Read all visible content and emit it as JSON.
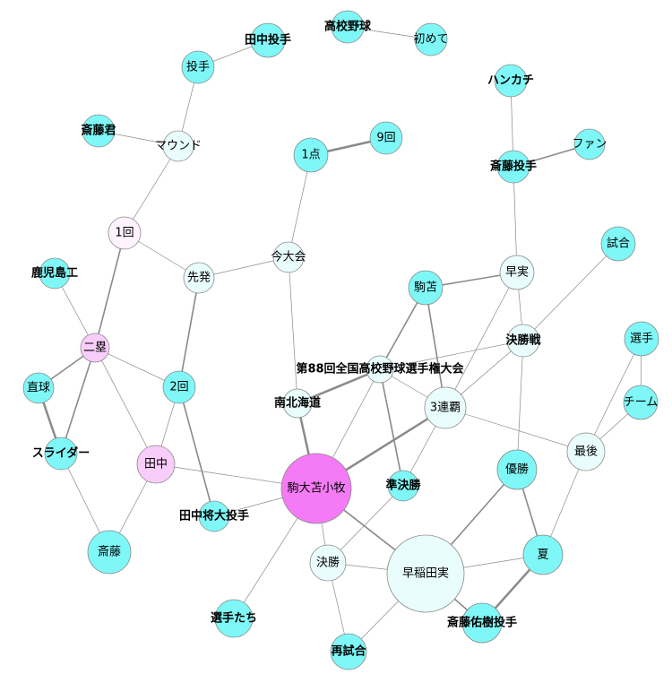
{
  "colors": {
    "cyan": "#7ff7f7",
    "pale_cyan": "#e9fdfd",
    "pink": "#f57af5",
    "light_pink": "#f9cdf9",
    "pale_pink": "#fdf2fd",
    "edge": "#8a8a8a"
  },
  "nodes": [
    {
      "id": "koko_yakyu",
      "label": "高校野球",
      "color": "cyan",
      "bold": true
    },
    {
      "id": "hajimete",
      "label": "初めて",
      "color": "cyan"
    },
    {
      "id": "tanaka_toshu",
      "label": "田中投手",
      "color": "cyan",
      "bold": true
    },
    {
      "id": "toshu",
      "label": "投手",
      "color": "cyan"
    },
    {
      "id": "saito_kun",
      "label": "斎藤君",
      "color": "cyan",
      "bold": true
    },
    {
      "id": "mound",
      "label": "マウンド",
      "color": "pale_cyan"
    },
    {
      "id": "ikkai",
      "label": "1回",
      "color": "pale_pink"
    },
    {
      "id": "itten",
      "label": "1点",
      "color": "cyan"
    },
    {
      "id": "kyukai",
      "label": "9回",
      "color": "cyan"
    },
    {
      "id": "konntaikai",
      "label": "今大会",
      "color": "pale_cyan"
    },
    {
      "id": "senpatsu",
      "label": "先発",
      "color": "pale_cyan"
    },
    {
      "id": "kagoshima",
      "label": "鹿児島工",
      "color": "cyan",
      "bold": true
    },
    {
      "id": "nirui",
      "label": "二塁",
      "color": "light_pink"
    },
    {
      "id": "chokkyu",
      "label": "直球",
      "color": "cyan"
    },
    {
      "id": "nikai",
      "label": "2回",
      "color": "cyan"
    },
    {
      "id": "slider",
      "label": "スライダー",
      "color": "cyan",
      "bold": true
    },
    {
      "id": "tanaka",
      "label": "田中",
      "color": "light_pink"
    },
    {
      "id": "saito",
      "label": "斎藤",
      "color": "cyan"
    },
    {
      "id": "handkerchief",
      "label": "ハンカチ",
      "color": "cyan",
      "bold": true
    },
    {
      "id": "fan",
      "label": "ファン",
      "color": "cyan"
    },
    {
      "id": "saito_toshu",
      "label": "斎藤投手",
      "color": "cyan",
      "bold": true
    },
    {
      "id": "shiai",
      "label": "試合",
      "color": "cyan"
    },
    {
      "id": "sojitsu",
      "label": "早実",
      "color": "pale_cyan"
    },
    {
      "id": "komatoma",
      "label": "駒苫",
      "color": "cyan"
    },
    {
      "id": "kesshosen",
      "label": "決勝戦",
      "color": "pale_cyan",
      "bold": true
    },
    {
      "id": "senshu",
      "label": "選手",
      "color": "cyan"
    },
    {
      "id": "dai88",
      "label": "第88回全国高校野球選手権大会",
      "color": "pale_cyan",
      "bold": true
    },
    {
      "id": "team",
      "label": "チーム",
      "color": "cyan"
    },
    {
      "id": "minami_kaido",
      "label": "南北海道",
      "color": "pale_cyan",
      "bold": true
    },
    {
      "id": "sanrenpa",
      "label": "3連覇",
      "color": "pale_cyan"
    },
    {
      "id": "saigo",
      "label": "最後",
      "color": "pale_cyan"
    },
    {
      "id": "yusho",
      "label": "優勝",
      "color": "cyan"
    },
    {
      "id": "komadai",
      "label": "駒大苫小牧",
      "color": "pink"
    },
    {
      "id": "junkessho",
      "label": "準決勝",
      "color": "cyan",
      "bold": true
    },
    {
      "id": "tanaka_masahiro",
      "label": "田中将大投手",
      "color": "cyan",
      "bold": true
    },
    {
      "id": "kessho",
      "label": "決勝",
      "color": "pale_cyan"
    },
    {
      "id": "waseda",
      "label": "早稲田実",
      "color": "pale_cyan"
    },
    {
      "id": "natsu",
      "label": "夏",
      "color": "cyan"
    },
    {
      "id": "saito_yuki",
      "label": "斎藤佑樹投手",
      "color": "cyan",
      "bold": true
    },
    {
      "id": "senshutachi",
      "label": "選手たち",
      "color": "cyan",
      "bold": true
    },
    {
      "id": "saishiai",
      "label": "再試合",
      "color": "cyan",
      "bold": true
    }
  ],
  "edges": [
    {
      "source": "koko_yakyu",
      "target": "hajimete",
      "weight": 1
    },
    {
      "source": "tanaka_toshu",
      "target": "toshu",
      "weight": 1
    },
    {
      "source": "toshu",
      "target": "mound",
      "weight": 1
    },
    {
      "source": "saito_kun",
      "target": "mound",
      "weight": 1
    },
    {
      "source": "mound",
      "target": "ikkai",
      "weight": 1
    },
    {
      "source": "itten",
      "target": "kyukai",
      "weight": 3
    },
    {
      "source": "itten",
      "target": "konntaikai",
      "weight": 1
    },
    {
      "source": "ikkai",
      "target": "senpatsu",
      "weight": 1
    },
    {
      "source": "ikkai",
      "target": "nirui",
      "weight": 2
    },
    {
      "source": "konntaikai",
      "target": "senpatsu",
      "weight": 1
    },
    {
      "source": "konntaikai",
      "target": "minami_kaido",
      "weight": 1
    },
    {
      "source": "kagoshima",
      "target": "nirui",
      "weight": 1
    },
    {
      "source": "senpatsu",
      "target": "nikai",
      "weight": 2
    },
    {
      "source": "nirui",
      "target": "chokkyu",
      "weight": 2
    },
    {
      "source": "nirui",
      "target": "nikai",
      "weight": 1
    },
    {
      "source": "nirui",
      "target": "slider",
      "weight": 2
    },
    {
      "source": "nirui",
      "target": "tanaka",
      "weight": 1
    },
    {
      "source": "chokkyu",
      "target": "slider",
      "weight": 3
    },
    {
      "source": "slider",
      "target": "saito",
      "weight": 1
    },
    {
      "source": "saito",
      "target": "tanaka",
      "weight": 1
    },
    {
      "source": "nikai",
      "target": "tanaka",
      "weight": 1
    },
    {
      "source": "nikai",
      "target": "tanaka_masahiro",
      "weight": 2
    },
    {
      "source": "tanaka",
      "target": "komadai",
      "weight": 1
    },
    {
      "source": "handkerchief",
      "target": "saito_toshu",
      "weight": 1
    },
    {
      "source": "fan",
      "target": "saito_toshu",
      "weight": 2
    },
    {
      "source": "saito_toshu",
      "target": "sojitsu",
      "weight": 1
    },
    {
      "source": "shiai",
      "target": "kesshosen",
      "weight": 1
    },
    {
      "source": "sojitsu",
      "target": "komatoma",
      "weight": 2
    },
    {
      "source": "sojitsu",
      "target": "kesshosen",
      "weight": 1
    },
    {
      "source": "sojitsu",
      "target": "sanrenpa",
      "weight": 1
    },
    {
      "source": "komatoma",
      "target": "dai88",
      "weight": 2
    },
    {
      "source": "komatoma",
      "target": "sanrenpa",
      "weight": 2
    },
    {
      "source": "kesshosen",
      "target": "dai88",
      "weight": 1
    },
    {
      "source": "kesshosen",
      "target": "yusho",
      "weight": 1
    },
    {
      "source": "kesshosen",
      "target": "sanrenpa",
      "weight": 1
    },
    {
      "source": "dai88",
      "target": "minami_kaido",
      "weight": 3
    },
    {
      "source": "dai88",
      "target": "sanrenpa",
      "weight": 1
    },
    {
      "source": "dai88",
      "target": "junkessho",
      "weight": 2
    },
    {
      "source": "dai88",
      "target": "komadai",
      "weight": 1
    },
    {
      "source": "senshu",
      "target": "team",
      "weight": 1
    },
    {
      "source": "senshu",
      "target": "saigo",
      "weight": 1
    },
    {
      "source": "team",
      "target": "saigo",
      "weight": 1
    },
    {
      "source": "minami_kaido",
      "target": "komadai",
      "weight": 3
    },
    {
      "source": "sanrenpa",
      "target": "komadai",
      "weight": 3
    },
    {
      "source": "sanrenpa",
      "target": "junkessho",
      "weight": 1
    },
    {
      "source": "sanrenpa",
      "target": "saigo",
      "weight": 1
    },
    {
      "source": "saigo",
      "target": "natsu",
      "weight": 1
    },
    {
      "source": "yusho",
      "target": "waseda",
      "weight": 2
    },
    {
      "source": "yusho",
      "target": "natsu",
      "weight": 2
    },
    {
      "source": "komadai",
      "target": "tanaka_masahiro",
      "weight": 1
    },
    {
      "source": "komadai",
      "target": "kessho",
      "weight": 1
    },
    {
      "source": "komadai",
      "target": "waseda",
      "weight": 2
    },
    {
      "source": "komadai",
      "target": "senshutachi",
      "weight": 1
    },
    {
      "source": "junkessho",
      "target": "kessho",
      "weight": 1
    },
    {
      "source": "kessho",
      "target": "waseda",
      "weight": 1
    },
    {
      "source": "kessho",
      "target": "saishiai",
      "weight": 1
    },
    {
      "source": "waseda",
      "target": "natsu",
      "weight": 1
    },
    {
      "source": "waseda",
      "target": "saito_yuki",
      "weight": 2
    },
    {
      "source": "waseda",
      "target": "saishiai",
      "weight": 1
    },
    {
      "source": "natsu",
      "target": "saito_yuki",
      "weight": 3
    }
  ]
}
